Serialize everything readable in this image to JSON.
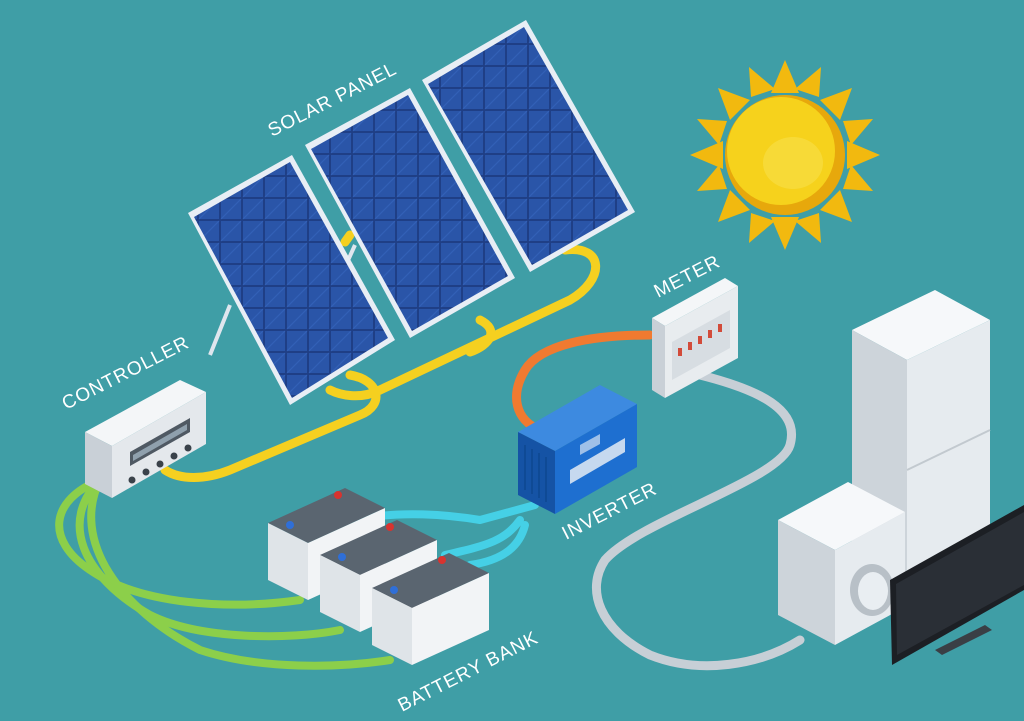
{
  "labels": {
    "solar_panel": "SOLAR PANEL",
    "controller": "CONTROLLER",
    "meter": "METER",
    "inverter": "INVERTER",
    "battery_bank": "BATTERY BANK"
  },
  "colors": {
    "background": "#3f9ea6",
    "panel_cell": "#1f3f86",
    "panel_frame": "#e8eef5",
    "wire_solar": "#f5d020",
    "wire_battery_green": "#8ccf4a",
    "wire_inverter_cyan": "#45d0e6",
    "wire_meter_orange": "#f07a30",
    "wire_appliance_gray": "#c7cfd6",
    "inverter_body": "#1e6fd0",
    "sun": "#f6d21c",
    "appliance": "#e9eef2",
    "tv_screen": "#1c1f24"
  },
  "icons": [
    "sun-icon",
    "solar-panel-icon",
    "controller-icon",
    "battery-icon",
    "inverter-icon",
    "meter-icon",
    "refrigerator-icon",
    "washing-machine-icon",
    "tv-icon"
  ]
}
